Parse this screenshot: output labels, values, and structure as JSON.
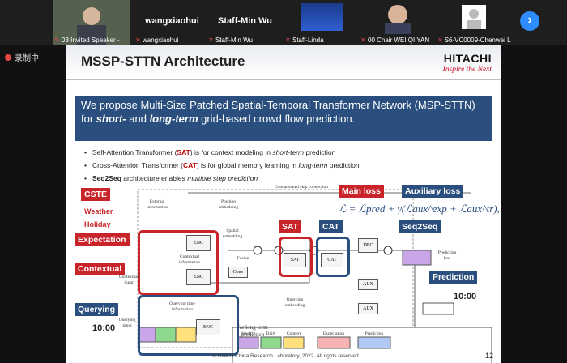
{
  "participants": [
    {
      "id": "p1",
      "caption": "03 Invited Speaker -",
      "big_name": ""
    },
    {
      "id": "p2",
      "caption": "wangxiaohui",
      "big_name": "wangxiaohui"
    },
    {
      "id": "p3",
      "caption": "Staff-Min Wu",
      "big_name": "Staff-Min Wu"
    },
    {
      "id": "p4",
      "caption": "Staff-Linda",
      "big_name": ""
    },
    {
      "id": "p5",
      "caption": "00 Chair WEI QI YAN",
      "big_name": ""
    },
    {
      "id": "p6",
      "caption": "S6-VC0009-Chenwei L...",
      "big_name": ""
    }
  ],
  "recording_label": "录制中",
  "slide": {
    "title": "MSSP-STTN Architecture",
    "logo_text": "HITACHI",
    "logo_tagline": "Inspire the Next",
    "banner_pre": "We propose Multi-Size Patched Spatial-Temporal Transformer Network (MSP-STTN) for ",
    "banner_em1": "short-",
    "banner_mid": " and ",
    "banner_em2": "long-term",
    "banner_post": " grid-based crowd flow prediction.",
    "bullet1_a": "Self-Attention Transformer (",
    "bullet1_b": "SAT",
    "bullet1_c": ") is for context modeling in ",
    "bullet1_d": "short-term",
    "bullet1_e": " prediction",
    "bullet2_a": "Cross-Attention Transformer (",
    "bullet2_b": "CAT",
    "bullet2_c": ") is for global memory learning in ",
    "bullet2_d": "long-term",
    "bullet2_e": " prediction",
    "bullet3_a": "Seq2Seq",
    "bullet3_b": " architecture enables ",
    "bullet3_c": "multiple step prediction",
    "labels": {
      "cste": "CSTE",
      "weather": "Weather",
      "holiday": "Holiday",
      "expectation": "Expectation",
      "contextual": "Contextual",
      "querying": "Querying",
      "time_left": "10:00",
      "sat": "SAT",
      "cat": "CAT",
      "main_loss": "Main loss",
      "aux_loss": "Auxiliary loss",
      "seq2seq": "Seq2Seq",
      "prediction": "Prediction",
      "time_right": "10:00",
      "formula": "ℒ = ℒpred + γ(ℒaux^exp + ℒaux^tr),"
    },
    "diagram_small": {
      "concat_skip": "Concatenated skip connection",
      "external_info": "External information",
      "position_emb": "Position embedding",
      "spatial_emb": "Spatial embedding",
      "contextual_info": "Contextual information",
      "contextual_input": "Contextual input",
      "fusion": "Fusion",
      "conv": "Conv",
      "enc": "ENC",
      "dec": "DEC",
      "aux": "AUX",
      "sat_box": "SAT",
      "cat_box": "CAT",
      "prediction_loss": "Prediction loss",
      "querying_time_info": "Querying time information",
      "querying_input": "Querying input",
      "querying_emb": "Querying embedding",
      "for_long_term": "for long-term prediction",
      "legend_weekly": "Weekly",
      "legend_daily": "Daily",
      "legend_context": "Context",
      "legend_expectation": "Expectation",
      "legend_prediction": "Prediction"
    },
    "footer": "© Hitachi China Research Laboratory, 2022. All rights reserved.",
    "page_number": "12"
  }
}
